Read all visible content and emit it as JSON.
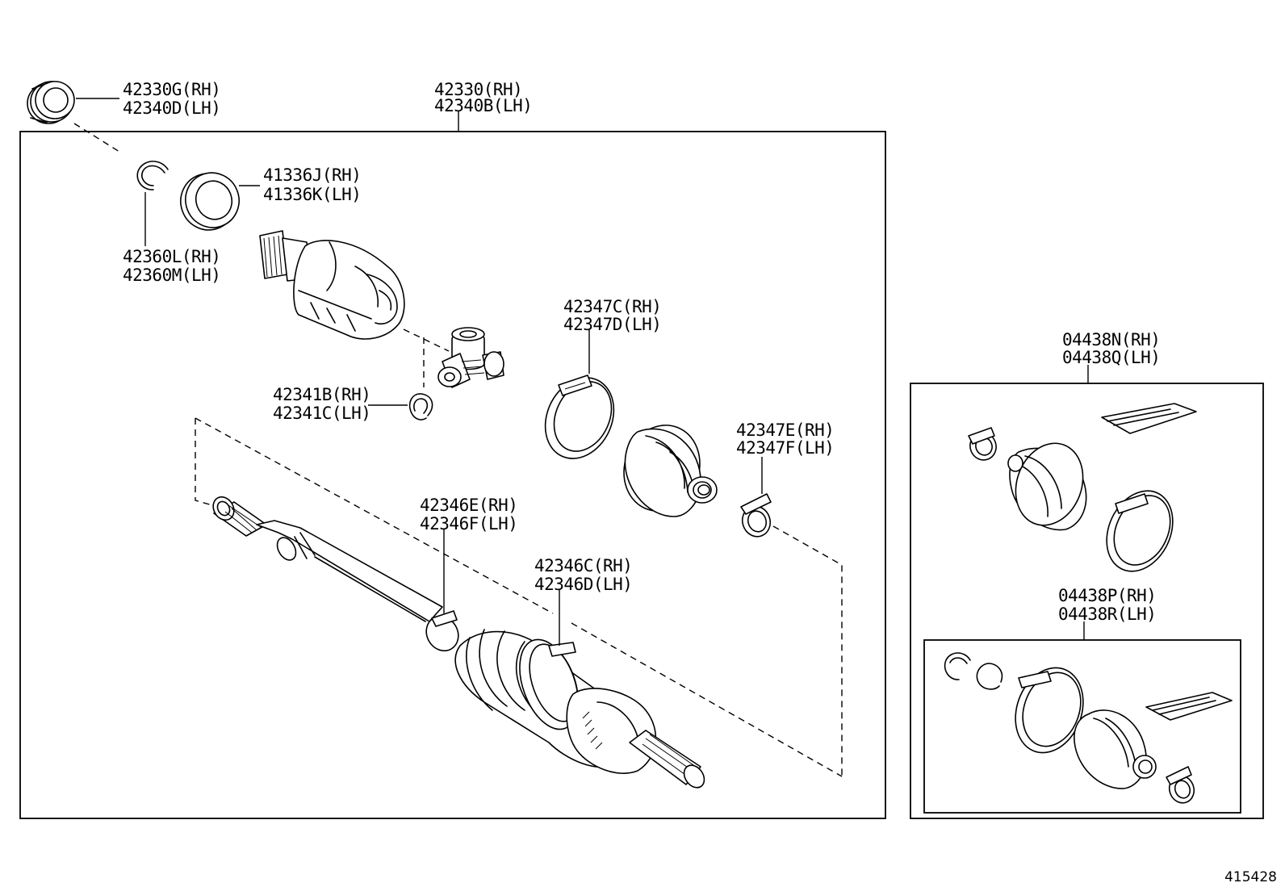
{
  "labels": {
    "seal_outer": [
      "42330G(RH)",
      "42340D(LH)"
    ],
    "shaft_assy": [
      "42330(RH)",
      "42340B(LH)"
    ],
    "dust_cover": [
      "41336J(RH)",
      "41336K(LH)"
    ],
    "snap_ring_top": [
      "42360L(RH)",
      "42360M(LH)"
    ],
    "snap_ring_mid": [
      "42341B(RH)",
      "42341C(LH)"
    ],
    "boot_clamp_large": [
      "42347C(RH)",
      "42347D(LH)"
    ],
    "boot_clamp_small": [
      "42347E(RH)",
      "42347F(LH)"
    ],
    "outer_clamp_small": [
      "42346E(RH)",
      "42346F(LH)"
    ],
    "outer_clamp_large": [
      "42346C(RH)",
      "42346D(LH)"
    ],
    "boot_kit_inner": [
      "04438N(RH)",
      "04438Q(LH)"
    ],
    "boot_kit_outer": [
      "04438P(RH)",
      "04438R(LH)"
    ]
  },
  "ref_number": "415428"
}
